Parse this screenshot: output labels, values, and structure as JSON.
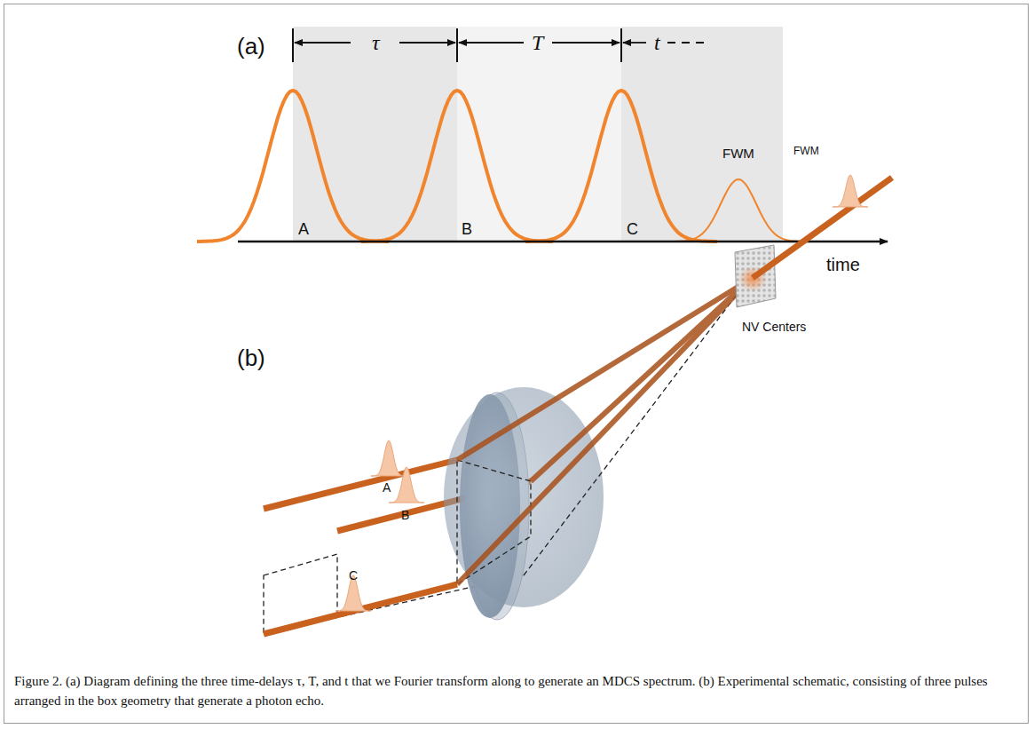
{
  "diagram": {
    "caption": "Figure 2. (a) Diagram defining the three time-delays τ, T, and t that we Fourier transform along to generate an MDCS spectrum. (b) Experimental schematic, consisting of three pulses arranged in the box geometry that generate a photon echo.",
    "labels": [
      "(a)",
      "τ",
      "T",
      "t",
      "A",
      "B",
      "C",
      "FWM",
      "time",
      "(b)",
      "A",
      "B",
      "C",
      "NV Centers",
      "FWM"
    ]
  }
}
